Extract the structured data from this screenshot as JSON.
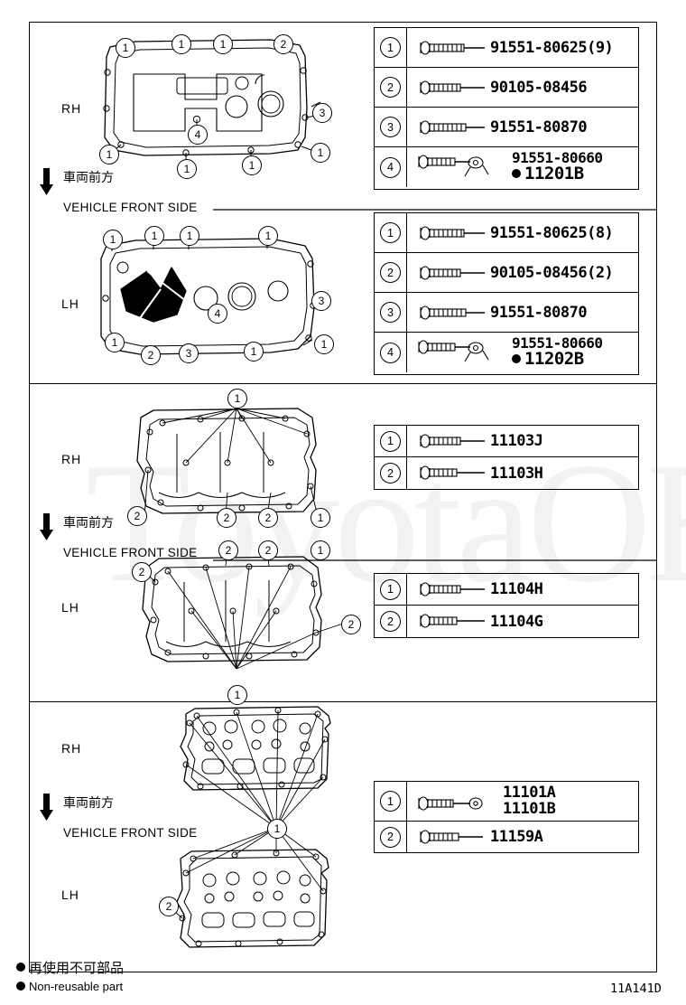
{
  "document": {
    "id": "11A141D",
    "watermark": "ToyotaOEM"
  },
  "footnotes": [
    {
      "marker": "filled-dot",
      "text_jp": "再使用不可部品"
    },
    {
      "marker": "filled-dot",
      "text_en": "Non-reusable part"
    }
  ],
  "front_markers": [
    {
      "jp": "車両前方",
      "en": "VEHICLE FRONT SIDE"
    },
    {
      "jp": "車両前方",
      "en": "VEHICLE FRONT SIDE"
    },
    {
      "jp": "車両前方",
      "en": "VEHICLE FRONT SIDE"
    }
  ],
  "sections": [
    {
      "name": "cylinder-head-cover",
      "diagrams": [
        {
          "side": "RH",
          "callouts": [
            "1",
            "1",
            "1",
            "2",
            "3",
            "1",
            "1",
            "1",
            "4"
          ]
        },
        {
          "side": "LH",
          "callouts": [
            "1",
            "1",
            "1",
            "3",
            "1",
            "2",
            "3",
            "1",
            "1",
            "4"
          ]
        }
      ],
      "tables": [
        {
          "name": "rh-table",
          "rows": [
            {
              "num": "1",
              "icon": "bolt-icon",
              "part": "91551-80625(9)"
            },
            {
              "num": "2",
              "icon": "bolt-icon",
              "part": "90105-08456"
            },
            {
              "num": "3",
              "icon": "bolt-icon",
              "part": "91551-80870"
            },
            {
              "num": "4",
              "icon": "bolt-with-washer-icon",
              "part": "91551-80660",
              "part2": "11201B",
              "part2_nonreusable": true
            }
          ]
        },
        {
          "name": "lh-table",
          "rows": [
            {
              "num": "1",
              "icon": "bolt-icon",
              "part": "91551-80625(8)"
            },
            {
              "num": "2",
              "icon": "bolt-icon",
              "part": "90105-08456(2)"
            },
            {
              "num": "3",
              "icon": "bolt-icon",
              "part": "91551-80870"
            },
            {
              "num": "4",
              "icon": "bolt-with-washer-icon",
              "part": "91551-80660",
              "part2": "11202B",
              "part2_nonreusable": true
            }
          ]
        }
      ]
    },
    {
      "name": "cylinder-head-sub-assembly",
      "diagrams": [
        {
          "side": "RH",
          "callouts": [
            "1",
            "2",
            "2",
            "2",
            "1"
          ]
        },
        {
          "side": "LH",
          "callouts": [
            "2",
            "1",
            "2",
            "2",
            "1"
          ]
        }
      ],
      "tables": [
        {
          "name": "rh-table-2",
          "rows": [
            {
              "num": "1",
              "icon": "bolt-icon",
              "part": "11103J"
            },
            {
              "num": "2",
              "icon": "bolt-icon",
              "part": "11103H"
            }
          ]
        },
        {
          "name": "lh-table-2",
          "rows": [
            {
              "num": "1",
              "icon": "bolt-icon",
              "part": "11104H"
            },
            {
              "num": "2",
              "icon": "bolt-icon",
              "part": "11104G"
            }
          ]
        }
      ]
    },
    {
      "name": "cylinder-head-gasket",
      "diagrams": [
        {
          "side": "RH",
          "callouts": [
            "1"
          ]
        },
        {
          "side": "LH",
          "callouts": [
            "2"
          ]
        }
      ],
      "tables": [
        {
          "name": "head-bolt-table",
          "rows": [
            {
              "num": "1",
              "icon": "bolt-with-washer-icon",
              "part": "11101A",
              "part2": "11101B"
            },
            {
              "num": "2",
              "icon": "bolt-icon",
              "part": "11159A"
            }
          ]
        }
      ]
    }
  ]
}
